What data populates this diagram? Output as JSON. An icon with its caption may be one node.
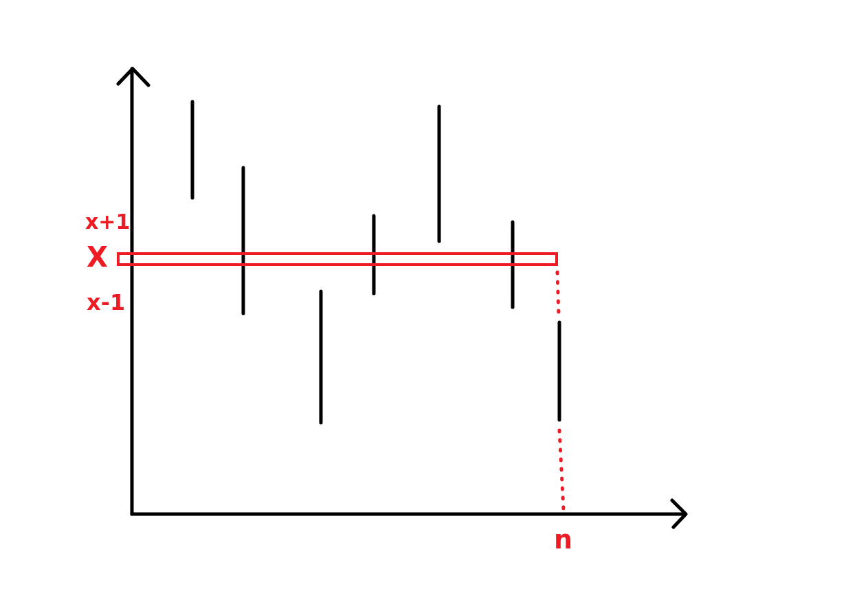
{
  "diagram": {
    "labels": [
      "x+1",
      "X",
      "x-1",
      "n"
    ]
  }
}
